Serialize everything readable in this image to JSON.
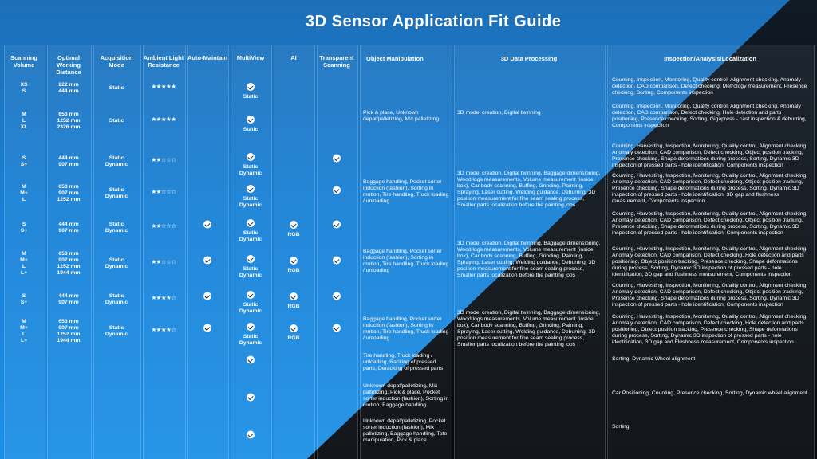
{
  "title": "3D Sensor Application Fit Guide",
  "headers": {
    "scanning_volume": "Scanning Volume",
    "optimal_distance": "Optimal Working Distance",
    "acquisition_mode": "Acquisition Mode",
    "ambient_light": "Ambient Light Resistance",
    "auto_maintain": "Auto-Maintain",
    "multiview": "MultiView",
    "ai": "AI",
    "transparent": "Transparent Scanning",
    "object_manipulation": "Object Manipulation",
    "data_processing": "3D Data Processing",
    "inspection": "Inspection/Analysis/Localization"
  },
  "rows": [
    {
      "vol": "XS\nS",
      "dist": "222 mm\n444 mm",
      "mode": "Static",
      "stars": "★★★★★",
      "multiview": "Static"
    },
    {
      "vol": "M\nL\nXL",
      "dist": "653 mm\n1252 mm\n2326 mm",
      "mode": "Static",
      "stars": "★★★★★",
      "multiview": "Static"
    },
    {
      "vol": "S\nS+",
      "dist": "444 mm\n907 mm",
      "mode": "Static\nDynamic",
      "stars": "★★☆☆☆",
      "multiview": "Static\nDynamic"
    },
    {
      "vol": "M\nM+\nL",
      "dist": "653 mm\n907 mm\n1252 mm",
      "mode": "Static\nDynamic",
      "stars": "★★☆☆☆",
      "multiview": "Static\nDynamic"
    },
    {
      "vol": "S\nS+",
      "dist": "444 mm\n907 mm",
      "mode": "Static\nDynamic",
      "stars": "★★☆☆☆",
      "multiview": "Static\nDynamic",
      "ai": "RGB"
    },
    {
      "vol": "M\nM+\nL\nL+",
      "dist": "653 mm\n907 mm\n1252 mm\n1944 mm",
      "mode": "Static\nDynamic",
      "stars": "★★☆☆☆",
      "multiview": "Static\nDynamic",
      "ai": "RGB"
    },
    {
      "vol": "S\nS+",
      "dist": "444 mm\n907 mm",
      "mode": "Static\nDynamic",
      "stars": "★★★★☆",
      "multiview": "Static\nDynamic",
      "ai": "RGB"
    },
    {
      "vol": "M\nM+\nL\nL+",
      "dist": "653 mm\n907 mm\n1252 mm\n1944 mm",
      "mode": "Static\nDynamic",
      "stars": "★★★★☆",
      "multiview": "Static\nDynamic",
      "ai": "RGB"
    }
  ],
  "object_manipulation": [
    "Pick & place, Unknown depal/palletizing, Mix palletizing",
    "Baggage handling, Pocket sorter induction (fashion), Sorting in motion, Tire handling, Truck loading / unloading",
    "Baggage handling, Pocket sorter induction (fashion), Sorting in motion, Tire handling, Truck loading / unloading",
    "Baggage handling, Pocket sorter induction (fashion), Sorting in motion, Tire handling, Truck loading / unloading",
    "Tire handling, Truck loading / unloading, Racking of pressed parts, Deracking of pressed parts",
    "Unknown depal/palletizing, Mix palletizing, Pick & place, Pocket sorter induction (fashion), Sorting in motion, Baggage handling",
    "Unknown depal/palletizing, Pocket sorter induction (fashion), Mix palletizing, Baggage handling, Tote manipulation, Pick & place"
  ],
  "data_processing": [
    "3D model creation, Digital twinning",
    "3D model creation, Digital twinning, Baggage dimensioning, Wood logs measurements, Volume measurement (inside box), Car body scanning, Buffing, Grinding, Painting, Spraying, Laser cutting, Welding guidance, Deburring, 3D position measurement for fine seam sealing process, Smaller parts localization before the painting jobs",
    "3D model creation, Digital twinning, Baggage dimensioning, Wood logs measurements, Volume measurement (inside box), Car body scanning, Buffing, Grinding, Painting, Spraying, Laser cutting, Welding guidance, Deburring, 3D position measurement for fine seam sealing process, Smaller parts localization before the painting jobs",
    "3D model creation, Digital twinning, Baggage dimensioning, Wood logs measurements, Volume measurement (inside box), Car body scanning, Buffing, Grinding, Painting, Spraying, Laser cutting, Welding guidance, Deburring, 3D position measurement for fine seam sealing process, Smaller parts localization before the painting jobs"
  ],
  "inspection": [
    "Counting, Inspection, Monitoring, Quality control, Alignment checking, Anomaly detection, CAD comparison, Defect checking, Metrology measurement, Presence checking, Sorting, Components inspection",
    "Counting, Inspection, Monitoring, Quality control, Alignment checking, Anomaly detection, CAD comparison, Defect checking, Hole detection and parts positioning, Presence checking, Sorting, Gigapress - cast inspection & deburring, Components inspection",
    "Counting, Harvesting, Inspection, Monitoring, Quality control, Alignment checking, Anomaly detection, CAD comparison, Defect checking, Object position tracking, Presence checking, Shape deformations during process, Sorting, Dynamic 3D inspection of pressed parts - hole identification, Components inspection",
    "Counting, Harvesting, Inspection, Monitoring, Quality control, Alignment checking, Anomaly detection, CAD comparison, Defect checking, Object position tracking, Presence checking, Shape deformations during process, Sorting, Dynamic 3D inspection of pressed parts - hole identification, 3D gap and flushness measurement, Components inspection",
    "Counting, Harvesting, Inspection, Monitoring, Quality control, Alignment checking, Anomaly detection, CAD comparison, Defect checking, Object position tracking, Presence checking, Shape deformations during process, Sorting, Dynamic 3D inspection of pressed parts - hole identification, Components inspection",
    "Counting, Harvesting, Inspection, Monitoring, Quality control, Alignment checking, Anomaly detection, CAD comparison, Defect checking, Hole detection and parts positioning, Object position tracking, Presence checking, Shape deformations during process, Sorting, Dynamic 3D inspection of pressed parts - hole identification, 3D gap and flushness measurement, Components inspection",
    "Counting, Harvesting, Inspection, Monitoring, Quality control, Alignment checking, Anomaly detection, CAD comparison, Defect checking, Object position tracking, Presence checking, Shape deformations during process, Sorting, Dynamic 3D inspection of pressed parts - hole identification, Components inspection",
    "Counting, Harvesting, Inspection, Monitoring, Quality control, Alignment checking, Anomaly detection, CAD comparison, Defect checking, Hole detection and parts positioning, Object position tracking, Presence checking, Shape deformations during process, Sorting, Dynamic 3D inspection of pressed parts - hole identification, 3D gap and Flushness measurement, Components inspection",
    "Sorting, Dynamic Wheel alignment",
    "Car Positioning, Counting, Presence checking, Sorting, Dynamic wheel alignment",
    "Sorting"
  ]
}
